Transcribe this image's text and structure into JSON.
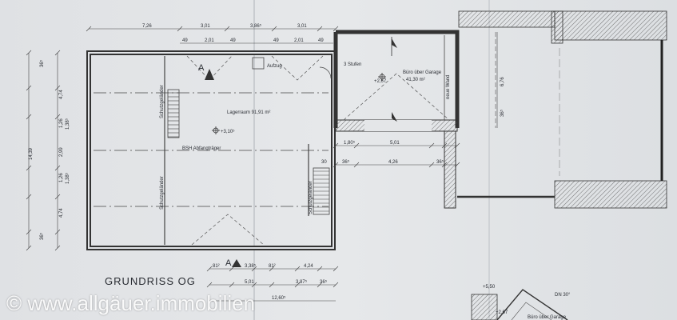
{
  "drawing": {
    "title": "GRUNDRISS OG",
    "watermark": "© www.allgäuer.immobilien",
    "rooms": {
      "loft": "Lagerraum 91,91 m²",
      "loft_level": "+3,10⁵",
      "office": "Büro über Garage",
      "office_area": "41,30 m²",
      "office_level": "+2,67",
      "stairs_note": "3 Stufen",
      "elevator": "Aufzug",
      "new_wall": "neue Wand",
      "beam": "BSH Abfangträger",
      "guard_left": "Schutzgeländer",
      "guard_mid": "Schutzgeländer",
      "guard_right": "Schutzgeländer",
      "section_mark_top": "A",
      "section_mark_bottom": "A"
    },
    "dims_top": [
      "7,26",
      "3,01",
      "3,86⁵",
      "3,01",
      "49",
      "2,01",
      "49",
      "49",
      "2,01",
      "49"
    ],
    "dims_left": [
      "36⁵",
      "4,74",
      "1,26",
      "2,99",
      "1,26",
      "4,74",
      "36⁵",
      "14,39",
      "1,38⁵",
      "1,38⁵"
    ],
    "dims_bottom": [
      "81²",
      "3,38⁵",
      "81²",
      "4,24",
      "5,01",
      "3,87⁵",
      "36⁵",
      "12,60⁵"
    ],
    "dims_mid": [
      "1,80⁵",
      "5,01",
      "4,26",
      "36⁵",
      "36⁵",
      "30"
    ],
    "dims_right": [
      "6,76",
      "36⁵"
    ],
    "inset": {
      "level_a": "+5,50",
      "level_b": "+2,67",
      "roof": "DN 30°",
      "label": "Büro über Garage"
    }
  }
}
